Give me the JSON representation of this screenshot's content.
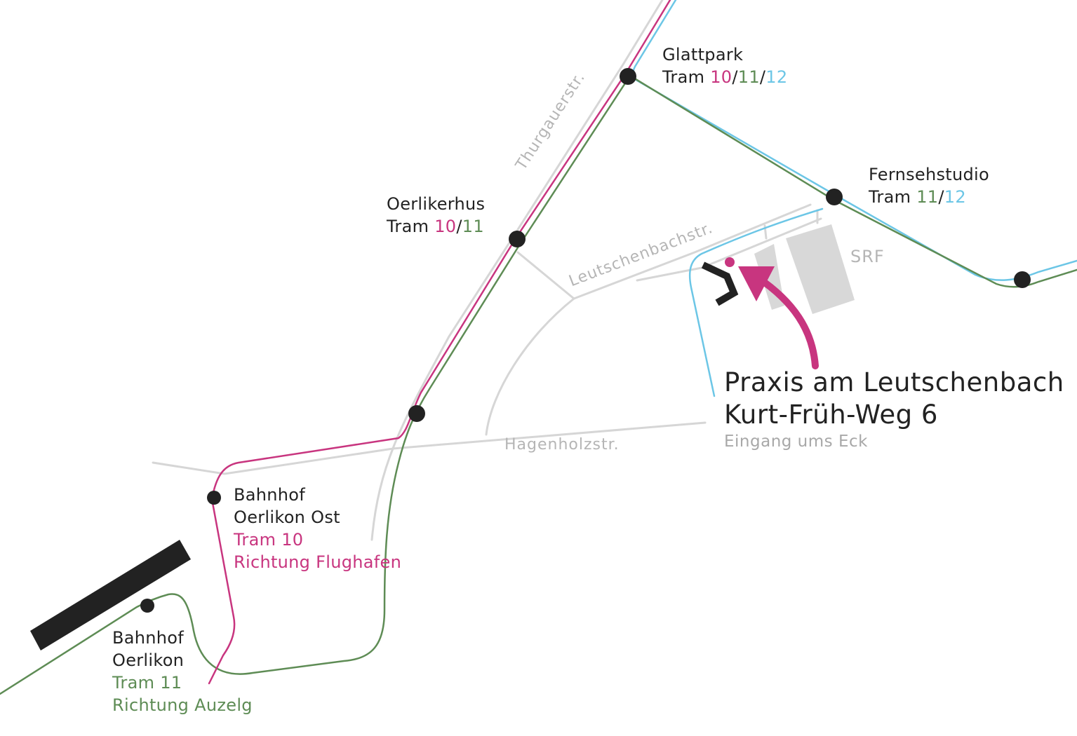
{
  "colors": {
    "tram10": "#c8357f",
    "tram11": "#5e8c55",
    "tram12": "#6cc6e6",
    "street": "#d6d6d6",
    "building": "#d8d8d8",
    "station": "#222222"
  },
  "streets": {
    "thurgauer": "Thurgauerstr.",
    "leutschenbach": "Leutschenbachstr.",
    "hagenholz": "Hagenholzstr."
  },
  "srf": "SRF",
  "stops": {
    "glattpark": {
      "name": "Glattpark",
      "tram_prefix": "Tram ",
      "l10": "10",
      "sep1": "/",
      "l11": "11",
      "sep2": "/",
      "l12": "12"
    },
    "fernsehstudio": {
      "name": "Fernsehstudio",
      "tram_prefix": "Tram ",
      "l11": "11",
      "sep": "/",
      "l12": "12"
    },
    "oerlikerhus": {
      "name": "Oerlikerhus",
      "tram_prefix": "Tram ",
      "l10": "10",
      "sep": "/",
      "l11": "11"
    },
    "oerlikon_ost": {
      "line1": "Bahnhof",
      "line2": "Oerlikon Ost",
      "tram": "Tram 10",
      "direction": "Richtung Flughafen"
    },
    "oerlikon": {
      "line1": "Bahnhof",
      "line2": "Oerlikon",
      "tram": "Tram 11",
      "direction": "Richtung Auzelg"
    }
  },
  "destination": {
    "name": "Praxis am Leutschenbach",
    "address": "Kurt-Früh-Weg 6",
    "note": "Eingang ums Eck"
  }
}
